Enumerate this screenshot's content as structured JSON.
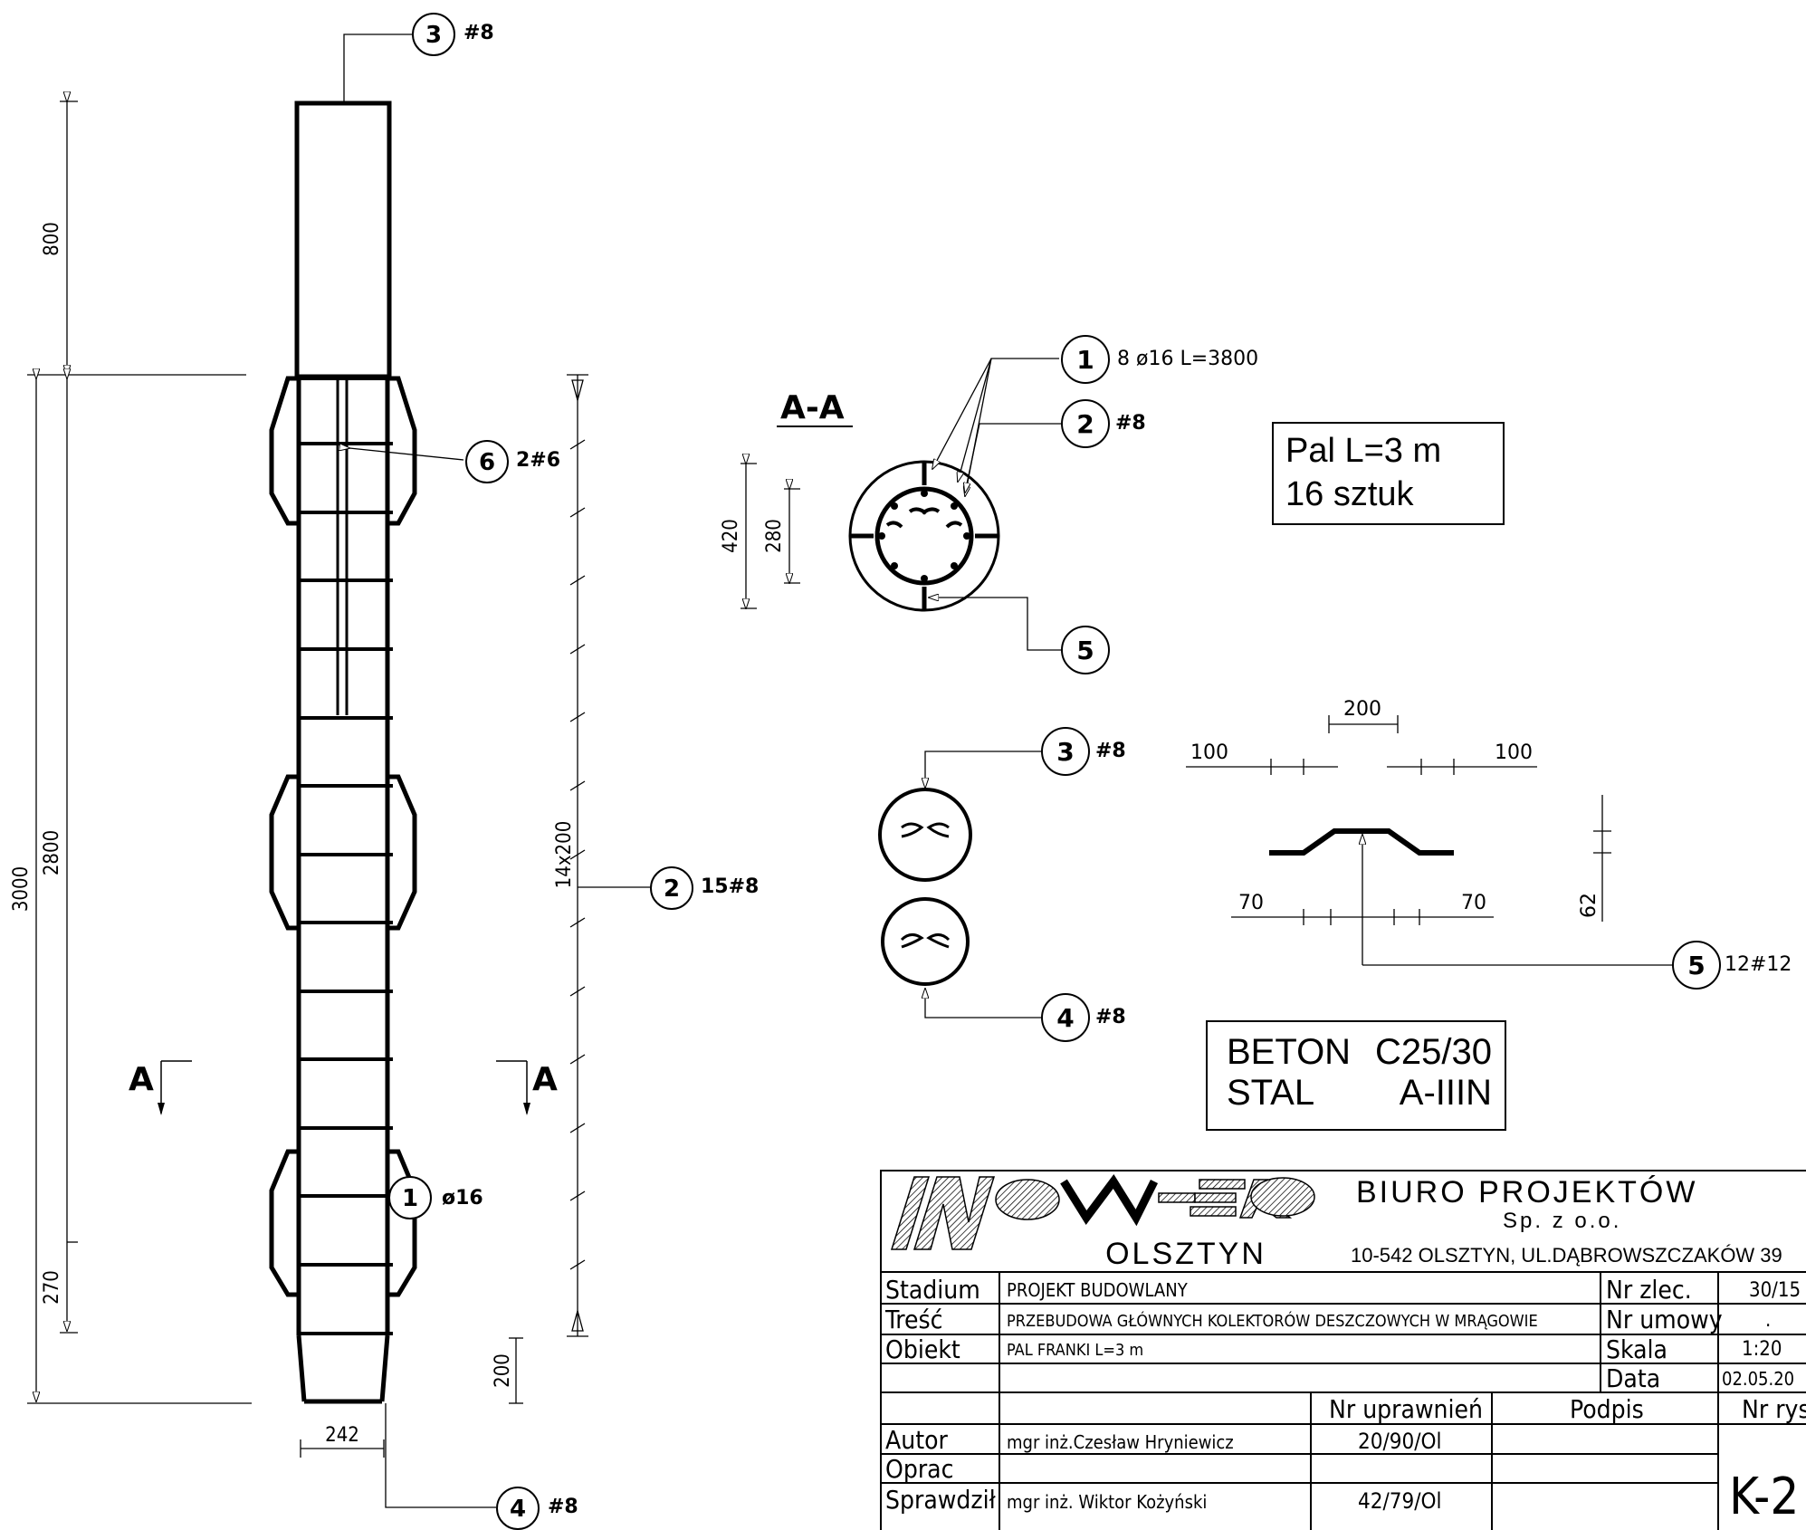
{
  "elevation": {
    "callouts": {
      "c3": {
        "num": "3",
        "label": "#8"
      },
      "c6": {
        "num": "6",
        "label": "2#6"
      },
      "c2": {
        "num": "2",
        "label": "15#8"
      },
      "c1": {
        "num": "1",
        "label": "ø16"
      },
      "c4": {
        "num": "4",
        "label": "#8"
      }
    },
    "dims": {
      "d800": "800",
      "d2800": "2800",
      "d3000": "3000",
      "d270": "270",
      "d14x200": "14x200",
      "d200": "200",
      "d242": "242"
    },
    "section_mark": "A"
  },
  "section": {
    "title": "A-A",
    "c1": {
      "num": "1",
      "label": "8 ø16  L=3800"
    },
    "c2": {
      "num": "2",
      "label": "#8"
    },
    "c5": {
      "num": "5"
    },
    "dims": {
      "d420": "420",
      "d280": "280"
    }
  },
  "pile_note": {
    "line1": "Pal  L=3 m",
    "line2": "16  sztuk"
  },
  "stirrups": {
    "c3": {
      "num": "3",
      "label": "#8"
    },
    "c4": {
      "num": "4",
      "label": "#8"
    }
  },
  "bar5": {
    "dims": {
      "top": "200",
      "left": "100",
      "right": "100",
      "bl": "70",
      "br": "70",
      "h": "62"
    },
    "callout": {
      "num": "5",
      "label": "12#12"
    }
  },
  "materials": {
    "beton_label": "BETON",
    "beton_val": "C25/30",
    "stal_label": "STAL",
    "stal_val": "A-IIIN"
  },
  "title_block": {
    "logo_city": "OLSZTYN",
    "office": "BIURO PROJEKTÓW",
    "company_form": "Sp. z o.o.",
    "address": "10-542 OLSZTYN, UL.DĄBROWSZCZAKÓW 39",
    "rows": [
      {
        "label": "Stadium",
        "value": "PROJEKT BUDOWLANY",
        "key": "Nr zlec.",
        "kval": "30/15"
      },
      {
        "label": "Treść",
        "value": "PRZEBUDOWA GŁÓWNYCH  KOLEKTORÓW  DESZCZOWYCH W MRĄGOWIE",
        "key": "Nr umowy",
        "kval": "."
      },
      {
        "label": "Obiekt",
        "value": "PAL  FRANKI L=3 m",
        "key": "Skala",
        "kval": "1:20"
      },
      {
        "label": "",
        "value": "",
        "key": "Data",
        "kval": "02.05.20"
      }
    ],
    "head": {
      "uprawnien": "Nr uprawnień",
      "podpis": "Podpis",
      "nr_rys": "Nr rys"
    },
    "people": [
      {
        "role": "Autor",
        "name": "mgr inż.Czesław Hryniewicz",
        "nr": "20/90/Ol"
      },
      {
        "role": "Oprac",
        "name": "",
        "nr": ""
      },
      {
        "role": "Sprawdził",
        "name": "mgr inż. Wiktor Kożyński",
        "nr": "42/79/Ol"
      }
    ],
    "drawing_no": "K-2"
  }
}
